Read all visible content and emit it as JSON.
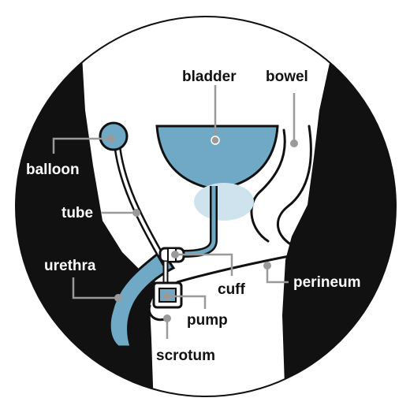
{
  "labels": {
    "bladder": "bladder",
    "bowel": "bowel",
    "balloon": "balloon",
    "tube": "tube",
    "urethra": "urethra",
    "cuff": "cuff",
    "perineum": "perineum",
    "pump": "pump",
    "scrotum": "scrotum"
  },
  "colors": {
    "background": "#111111",
    "body": "#ffffff",
    "device": "#6fa9c5",
    "prostate": "#cfe3ee",
    "leader": "#9a9a9a"
  }
}
